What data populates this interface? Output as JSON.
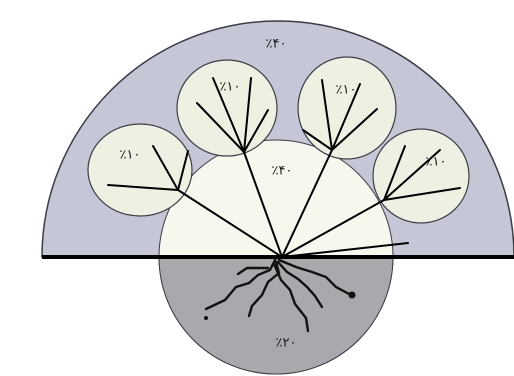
{
  "diagram": {
    "labels": {
      "outer_region": "٪۴۰",
      "center_circle": "٪۴۰",
      "root_zone": "٪۲۰",
      "leaf_far_left": "٪۱۰",
      "leaf_left": "٪۱۰",
      "leaf_right": "٪۱۰",
      "leaf_far_right": "٪۱۰"
    },
    "colors": {
      "outer_fill": "#c5c7d6",
      "outer_stroke": "#3c3c46",
      "circle_fill": "#f7f7ee",
      "lower_fill": "#a9a9ad",
      "line": "#000000"
    }
  }
}
